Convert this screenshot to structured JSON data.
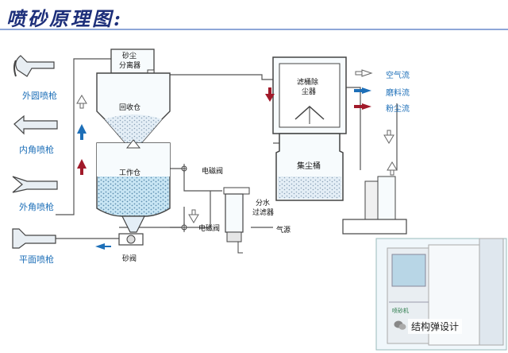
{
  "title": "喷砂原理图:",
  "guns": {
    "outer_round": "外圆喷枪",
    "inner_corner": "内角喷枪",
    "outer_corner": "外角喷枪",
    "flat": "平面喷枪"
  },
  "components": {
    "separator": [
      "砂尘",
      "分离器"
    ],
    "recovery_bin": "回收仓",
    "work_bin": "工作仓",
    "sand_valve": "砂阀",
    "solenoid_valve_1": "电磁阀",
    "solenoid_valve_2": "电磁阀",
    "water_filter": [
      "分水",
      "过滤器"
    ],
    "air_source": "气源",
    "cartridge_collector": [
      "滤桶除",
      "尘器"
    ],
    "dust_bucket": "集尘桶"
  },
  "legend": {
    "air_flow": "空气流",
    "abrasive_flow": "磨料流",
    "dust_flow": "粉尘流"
  },
  "colors": {
    "air_flow": "#ffffff",
    "abrasive_flow": "#1d6fb8",
    "dust_flow": "#a11a2a",
    "tank_fill": "#bfe3f2",
    "title": "#1d2f7a"
  },
  "watermark": "结构弹设计",
  "photo_label": "喷砂机"
}
